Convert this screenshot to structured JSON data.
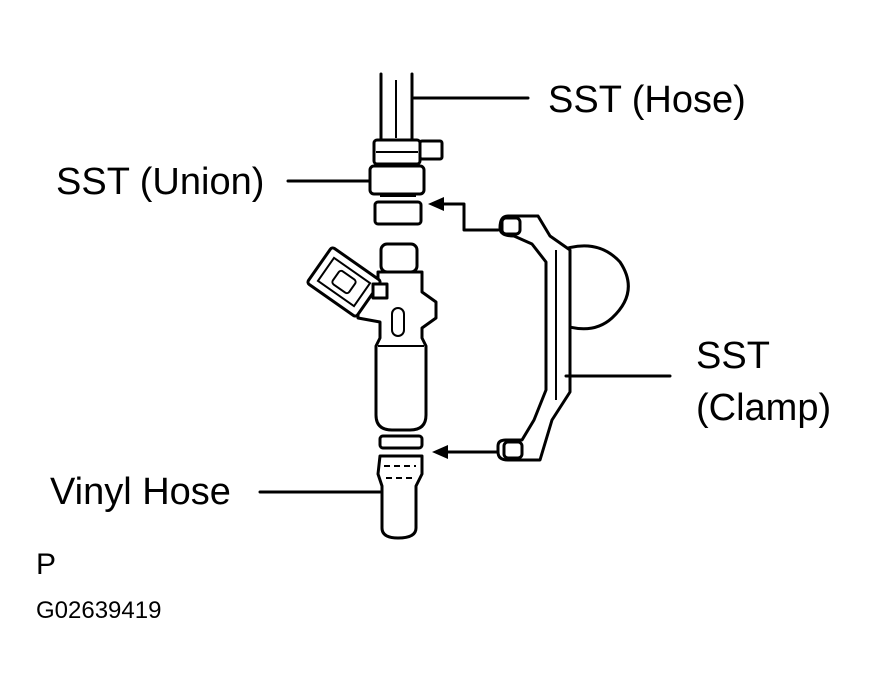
{
  "labels": {
    "sst_hose": "SST (Hose)",
    "sst_union": "SST (Union)",
    "sst_clamp_line1": "SST",
    "sst_clamp_line2": "(Clamp)",
    "vinyl_hose": "Vinyl Hose",
    "p_mark": "P",
    "figure_code": "G02639419"
  },
  "colors": {
    "ink": "#000000",
    "paper": "#ffffff"
  }
}
